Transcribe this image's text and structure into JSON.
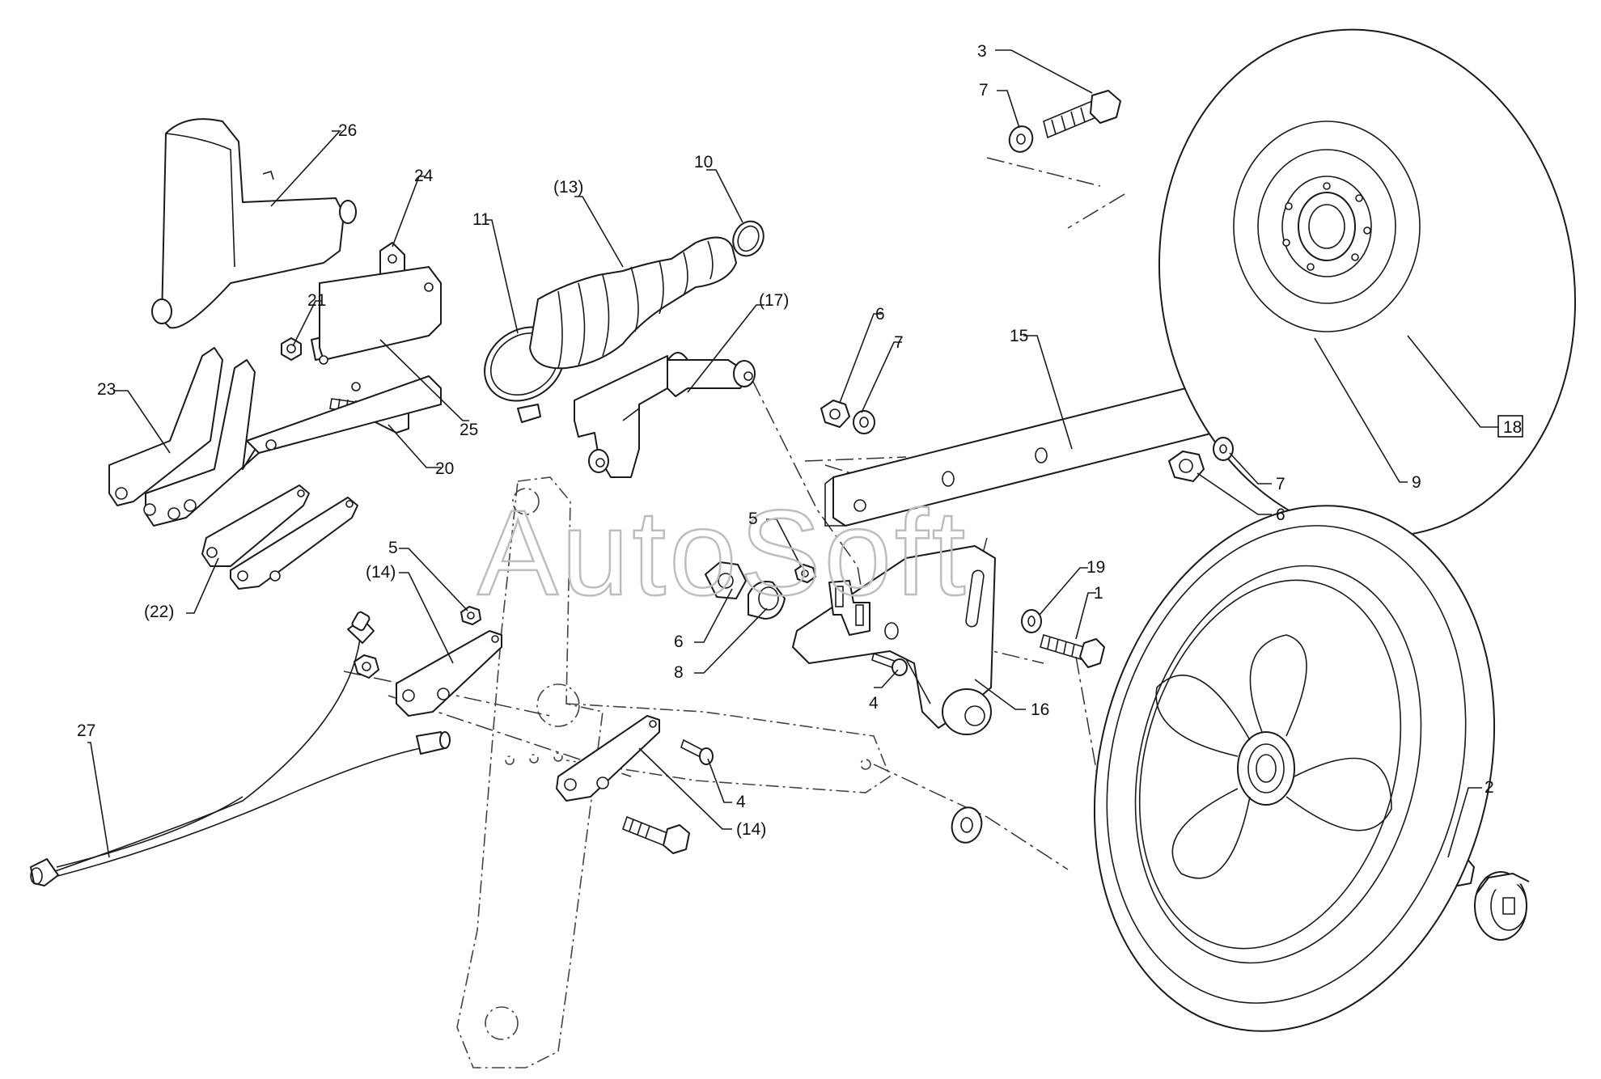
{
  "watermark": "AutoSoft",
  "labels": {
    "l1": "1",
    "l2": "2",
    "l3": "3",
    "l4a": "4",
    "l4b": "4",
    "l5a": "5",
    "l5b": "5",
    "l6a": "6",
    "l6b": "6",
    "l6c": "6",
    "l7a": "7",
    "l7b": "7",
    "l7c": "7",
    "l8": "8",
    "l9": "9",
    "l10": "10",
    "l11": "11",
    "l13": "(13)",
    "l14a": "(14)",
    "l14b": "(14)",
    "l15": "15",
    "l16": "16",
    "l17": "(17)",
    "l18": "18",
    "l19": "19",
    "l20": "20",
    "l21": "21",
    "l22": "(22)",
    "l23": "23",
    "l24": "24",
    "l25": "25",
    "l26": "26",
    "l27": "27"
  }
}
